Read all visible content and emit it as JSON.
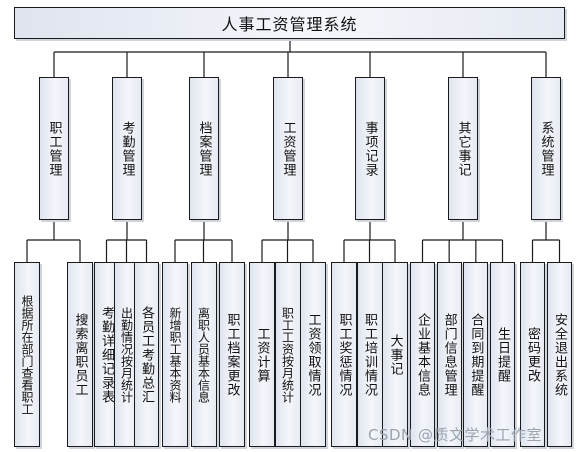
{
  "title": "人事工资管理系统",
  "modules": [
    {
      "label": "职工管理",
      "children": [
        "根据所在部门查看职工",
        "搜索离职员工"
      ]
    },
    {
      "label": "考勤管理",
      "children": [
        "考勤详细记录表",
        "出勤情况按月统计",
        "各员工考勤总汇"
      ]
    },
    {
      "label": "档案管理",
      "children": [
        "新增职工基本资料",
        "离职人员基本信息",
        "职工档案更改"
      ]
    },
    {
      "label": "工资管理",
      "children": [
        "工资计算",
        "职工工资按月统计",
        "工资领取情况"
      ]
    },
    {
      "label": "事项记录",
      "children": [
        "职工奖惩情况",
        "职工培训情况",
        "大事记"
      ]
    },
    {
      "label": "其它事记",
      "children": [
        "企业基本信息",
        "部门信息管理",
        "合同到期提醒",
        "生日提醒"
      ]
    },
    {
      "label": "系统管理",
      "children": [
        "密码更改",
        "安全退出系统"
      ]
    }
  ],
  "watermark": "CSDN @质文学术工作室",
  "colors": {
    "line": "#1a1a1a",
    "box_fill": "#eef1f7",
    "text": "#111111"
  }
}
